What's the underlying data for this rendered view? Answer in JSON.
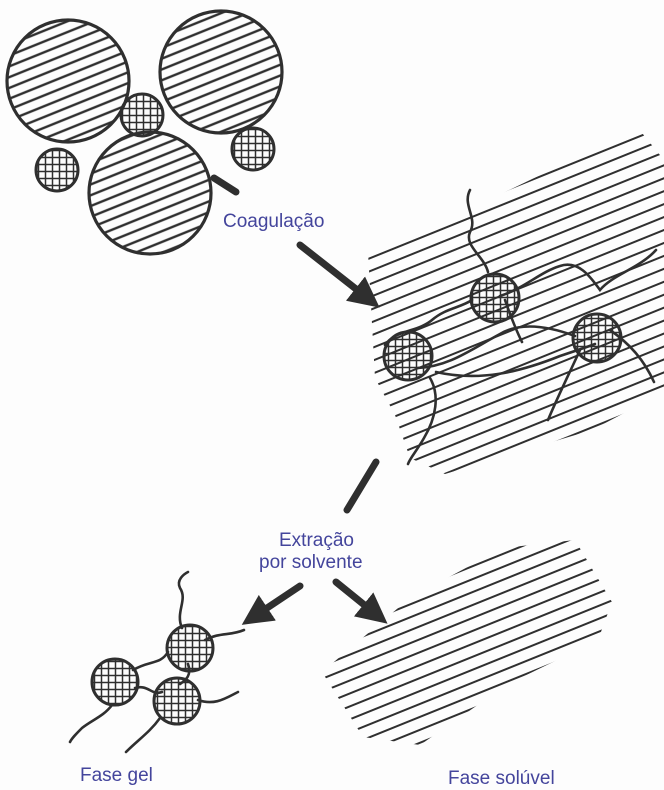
{
  "labels": {
    "coagulation": "Coagulação",
    "extraction_line1": "Extração",
    "extraction_line2": "por solvente",
    "gel_phase": "Fase gel",
    "soluble_phase": "Fase solúvel"
  },
  "colors": {
    "ink": "#2f2f2f",
    "label": "#44459c",
    "background": "#fdfdfd"
  }
}
